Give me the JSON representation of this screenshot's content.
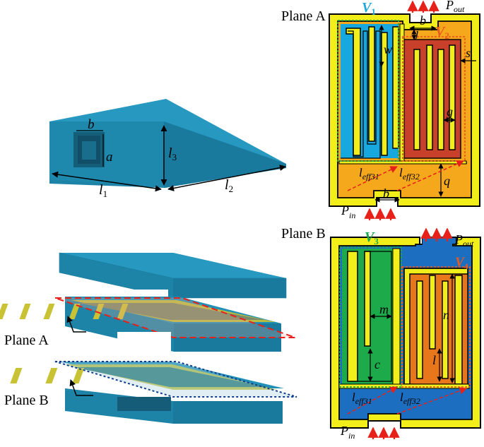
{
  "planes": {
    "a_label": "Plane A",
    "b_label": "Plane B"
  },
  "block": {
    "dim_a": "a",
    "dim_b": "b",
    "dim_l1": "l",
    "dim_l1_sub": "1",
    "dim_l2": "l",
    "dim_l2_sub": "2",
    "dim_l3": "l",
    "dim_l3_sub": "3"
  },
  "exploded": {
    "plane_a_label": "Plane A",
    "plane_b_label": "Plane B"
  },
  "plane_a": {
    "v1": "V",
    "v1_sub": "1",
    "v2": "V",
    "v2_sub": "2",
    "p_out": "P",
    "p_out_sub": "out",
    "p_in": "P",
    "p_in_sub": "in",
    "dim_b_top": "b",
    "dim_b_bottom": "b",
    "dim_j": "j",
    "dim_w": "w",
    "dim_s": "s",
    "dim_g": "g",
    "dim_q": "q",
    "leff31": "l",
    "leff31_sub": "eff31",
    "leff32": "l",
    "leff32_sub": "eff32"
  },
  "plane_b": {
    "v3": "V",
    "v3_sub": "3",
    "v4": "V",
    "v4_sub": "4",
    "p_out": "P",
    "p_out_sub": "out",
    "p_in": "P",
    "p_in_sub": "in",
    "dim_m": "m",
    "dim_n": "n",
    "dim_c": "c",
    "dim_l": "l",
    "leff31": "l",
    "leff31_sub": "eff31",
    "leff32": "l",
    "leff32_sub": "eff32"
  },
  "colors": {
    "yellow": "#F2EE1A",
    "orange_bg": "#F5A81C",
    "blue_channel": "#18A8E0",
    "red_channel": "#C8402A",
    "green_channel": "#1DAA4A",
    "orange_channel": "#E8761A",
    "blue_port": "#1C6FC0",
    "block_teal": "#1E8AAE",
    "arrow_red": "#E8201A",
    "label_cyan": "#1FA8DC",
    "label_orange": "#E85A1E",
    "label_green": "#1DAA4A"
  }
}
